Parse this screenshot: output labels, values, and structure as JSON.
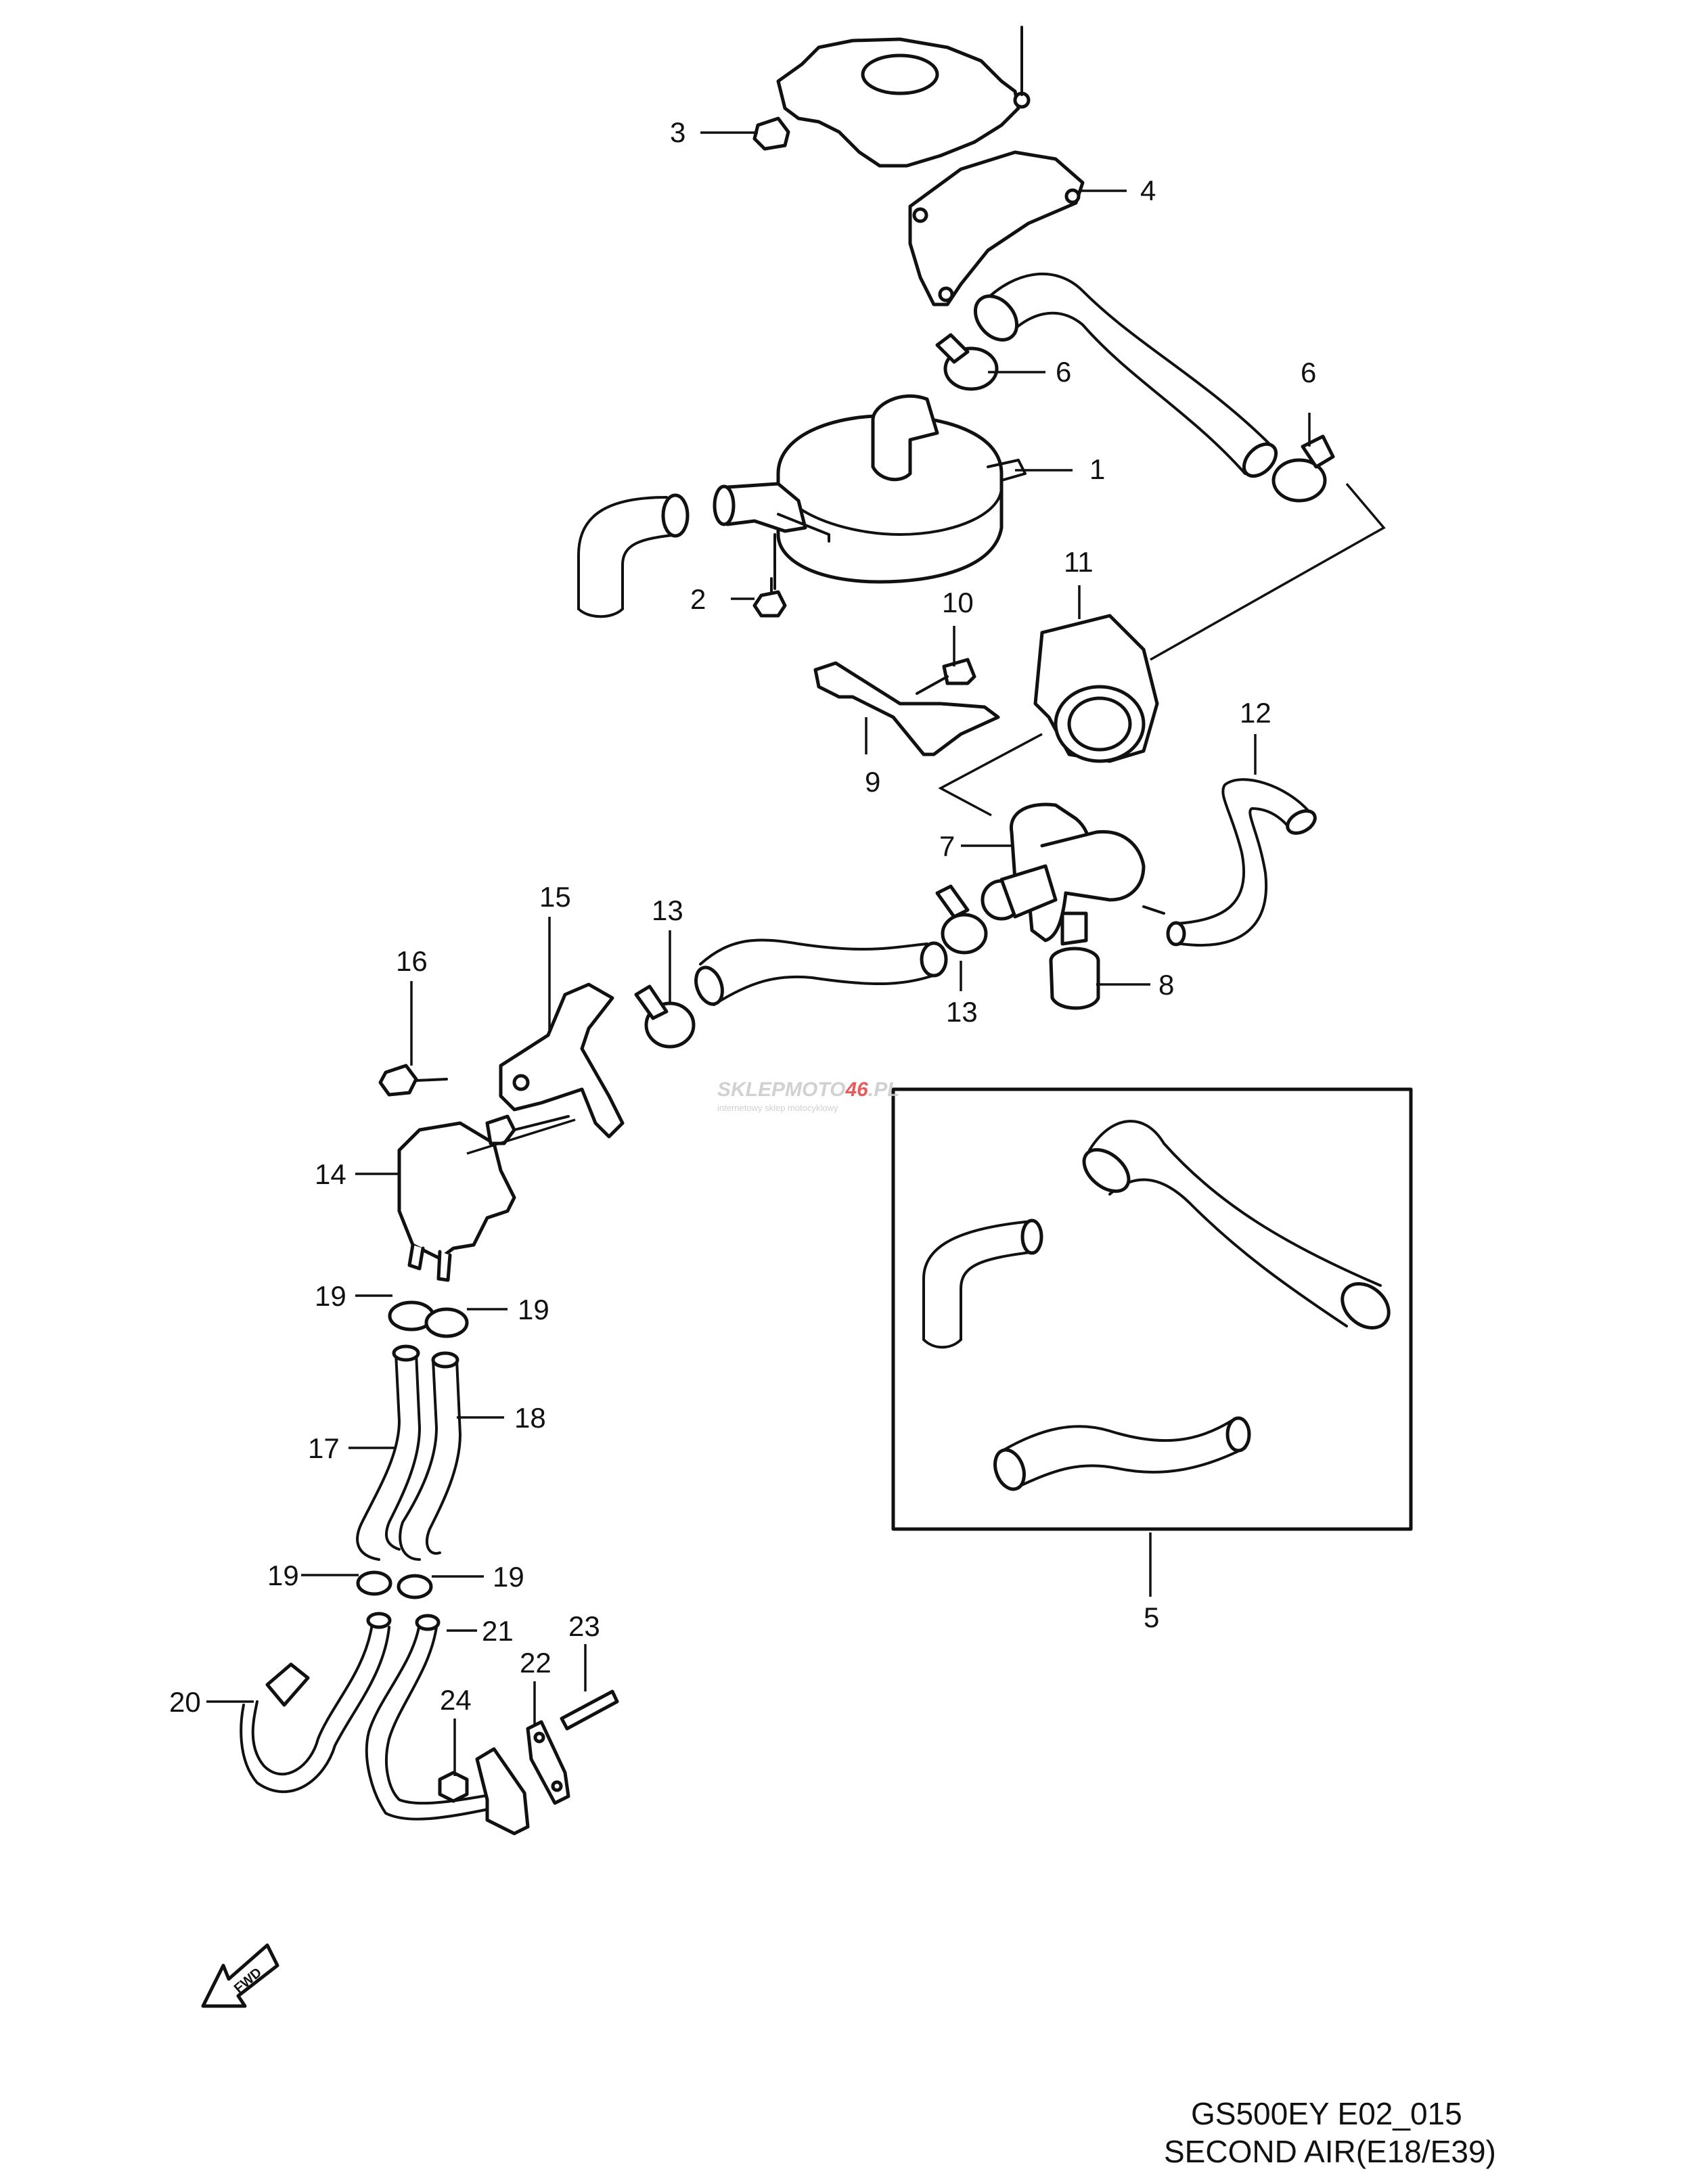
{
  "labels": {
    "n1": "1",
    "n2": "2",
    "n3": "3",
    "n4": "4",
    "n5": "5",
    "n6a": "6",
    "n6b": "6",
    "n7": "7",
    "n8": "8",
    "n9": "9",
    "n10": "10",
    "n11": "11",
    "n12": "12",
    "n13a": "13",
    "n13b": "13",
    "n14": "14",
    "n15": "15",
    "n16": "16",
    "n17": "17",
    "n18": "18",
    "n19a": "19",
    "n19b": "19",
    "n19c": "19",
    "n19d": "19",
    "n20": "20",
    "n21": "21",
    "n22": "22",
    "n23": "23",
    "n24": "24"
  },
  "fwd_label": "FWD",
  "watermark": {
    "brand_a": "SKLEP",
    "brand_b": "MOTO",
    "brand_c": "46",
    "brand_d": ".PL",
    "tagline": "internetowy sklep motocyklowy",
    "color_gray": "#c9c9c9",
    "color_red": "#e04040"
  },
  "title": {
    "line1": "GS500EY E02_015",
    "line2": "SECOND AIR(E18/E39)"
  }
}
